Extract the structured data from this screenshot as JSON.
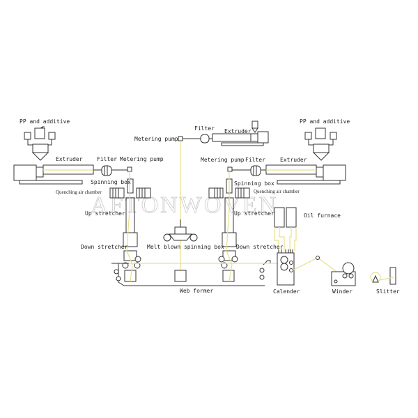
{
  "watermark": "AFTONWOVEN",
  "colors": {
    "lines": "#333333",
    "fiber_path": "#e8e08a",
    "background": "#ffffff"
  },
  "left_line": {
    "hopper_label": "PP and additive",
    "extruder": "Extruder",
    "filter": "Filter",
    "metering_pump": "Metering pump",
    "spinning_box": "Spinning box",
    "quenching": "Quenching air chamber",
    "up_stretcher": "Up stretcher",
    "down_stretcher": "Down stretcher"
  },
  "meltblown_line": {
    "metering_pump": "Metering pump",
    "filter": "Filter",
    "extruder": "Extruder",
    "spinning_box": "Melt blown spinning box"
  },
  "right_line": {
    "hopper_label": "PP and additive",
    "metering_pump": "Metering pump",
    "filter": "Filter",
    "extruder": "Extruder",
    "spinning_box": "Spinning box",
    "quenching": "Quenching air chamber",
    "up_stretcher": "Up stretcher",
    "down_stretcher": "Down stretcher",
    "oil_furnace": "Oil furnace"
  },
  "downstream": {
    "web_former": "Web former",
    "calender": "Calender",
    "winder": "Winder",
    "slitter": "Slitter"
  }
}
